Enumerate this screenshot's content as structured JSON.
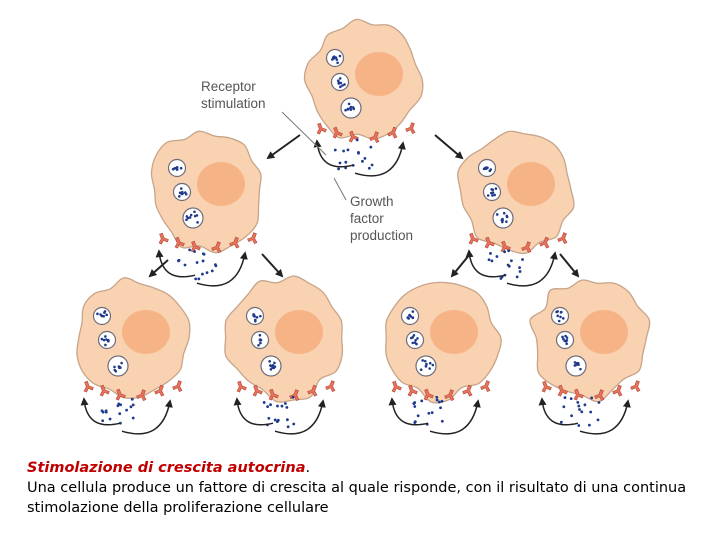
{
  "labels": {
    "receptor": "Receptor\nstimulation",
    "growth": "Growth\nfactor\nproduction"
  },
  "caption": {
    "title": "Stimolazione di crescita autocrina",
    "title_end": ".",
    "body": "Una cellula produce un fattore di crescita al quale risponde, con il risultato di una continua stimolazione della proliferazione cellulare"
  },
  "colors": {
    "cell_fill": "#f9d2b2",
    "cell_outline": "#c7a489",
    "nucleus": "#f6b386",
    "receptor": "#e8725a",
    "growth_factor": "#1f3a8c",
    "vesicle_fill": "#ffffff",
    "arrow": "#222222",
    "caption_title": "#c00000"
  },
  "diagram": {
    "description_levels": [
      "1 cell",
      "2 cells",
      "4 cells"
    ]
  }
}
